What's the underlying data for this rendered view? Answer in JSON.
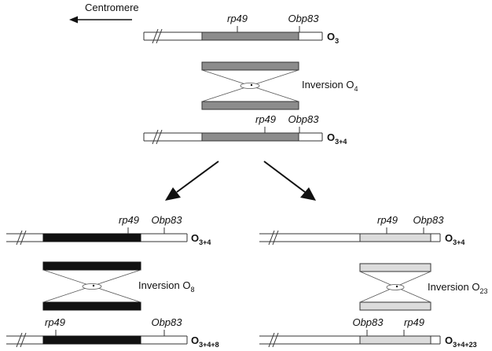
{
  "centromere": {
    "label": "Centromere"
  },
  "genes": {
    "rp49": "rp49",
    "obp83": "Obp83"
  },
  "colors": {
    "o4": "#8c8c8c",
    "o8": "#111111",
    "o23": "#dcdcdc",
    "line": "#333333"
  },
  "top": {
    "chrom_o3": {
      "main": "O",
      "sub": "3"
    },
    "inversion": {
      "main": "Inversion O",
      "sub": "4"
    },
    "chrom_o34": {
      "main": "O",
      "sub": "3+4"
    }
  },
  "left": {
    "chrom_top": {
      "main": "O",
      "sub": "3+4"
    },
    "inversion": {
      "main": "Inversion O",
      "sub": "8"
    },
    "chrom_bottom": {
      "main": "O",
      "sub": "3+4+8"
    }
  },
  "right": {
    "chrom_top": {
      "main": "O",
      "sub": "3+4"
    },
    "inversion": {
      "main": "Inversion O",
      "sub": "23"
    },
    "chrom_bottom": {
      "main": "O",
      "sub": "3+4+23"
    }
  }
}
